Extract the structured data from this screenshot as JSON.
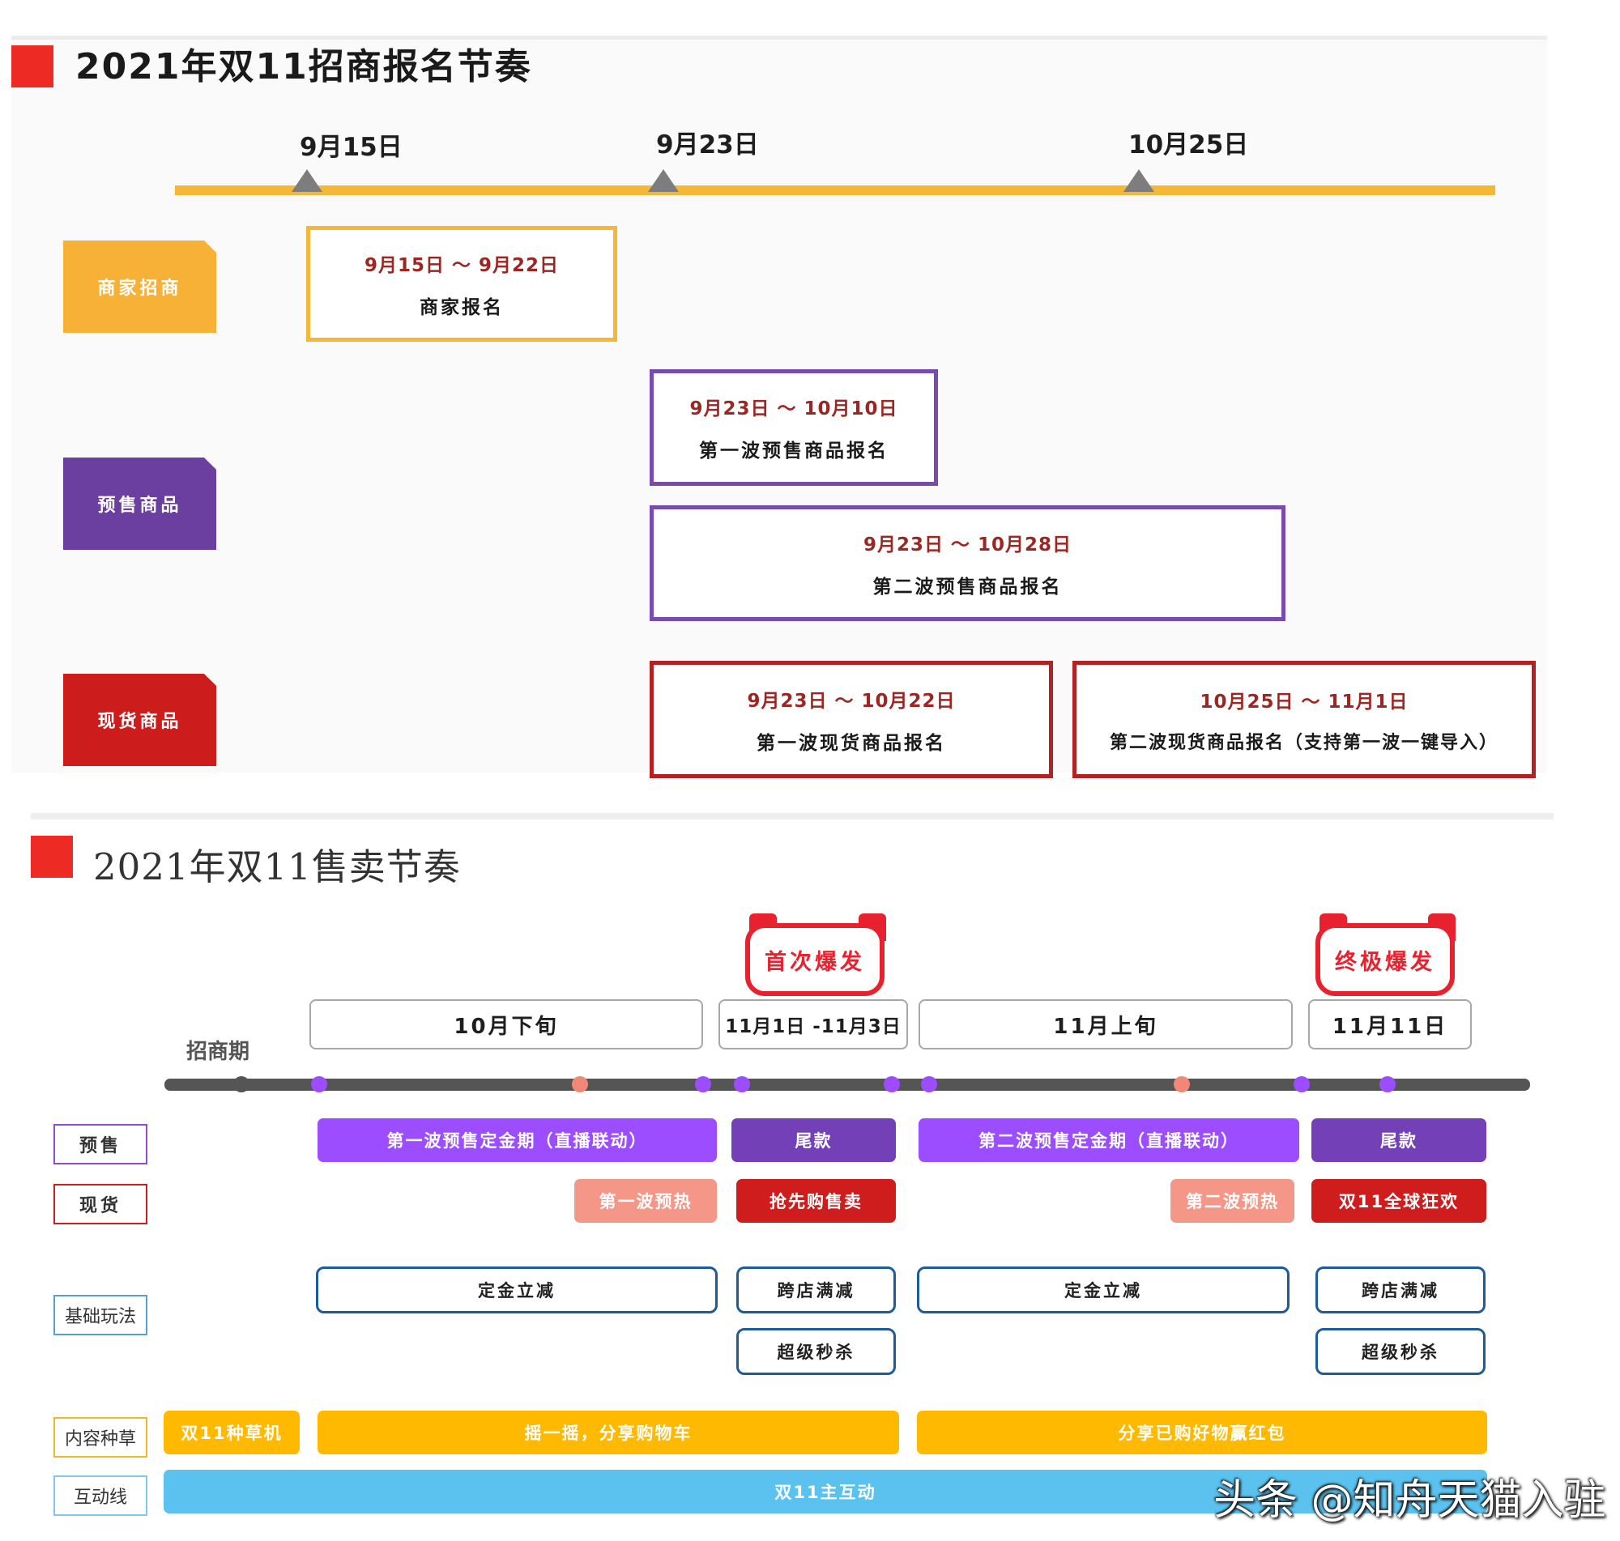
{
  "recruitment": {
    "title": "2021年双11招商报名节奏",
    "dates": [
      "9月15日",
      "9月23日",
      "10月25日"
    ],
    "categories": {
      "merchant": "商家招商",
      "presale": "预售商品",
      "spot": "现货商品"
    },
    "boxes": [
      {
        "range": "9月15日 ～ 9月22日",
        "name": "商家报名"
      },
      {
        "range": "9月23日 ～ 10月10日",
        "name": "第一波预售商品报名"
      },
      {
        "range": "9月23日 ～ 10月28日",
        "name": "第二波预售商品报名"
      },
      {
        "range": "9月23日 ～ 10月22日",
        "name": "第一波现货商品报名"
      },
      {
        "range": "10月25日 ～ 11月1日",
        "name": "第二波现货商品报名（支持第一波一键导入）"
      }
    ],
    "colors": {
      "merchant": "#f6b136",
      "presale": "#6b3fa0",
      "spot": "#cc1c1c",
      "axis": "#f5b735"
    }
  },
  "sales": {
    "title": "2021年双11售卖节奏",
    "badges": [
      "首次爆发",
      "终极爆发"
    ],
    "recruit_label": "招商期",
    "periods": [
      "10月下旬",
      "11月1日 -11月3日",
      "11月上旬",
      "11月11日"
    ],
    "row_labels": {
      "presale": "预售",
      "spot": "现货",
      "basic": "基础玩法",
      "content": "内容种草",
      "interact": "互动线"
    },
    "presale_bars": [
      "第一波预售定金期（直播联动）",
      "尾款",
      "第二波预售定金期（直播联动）",
      "尾款"
    ],
    "spot_bars": [
      "第一波预热",
      "抢先购售卖",
      "第二波预热",
      "双11全球狂欢"
    ],
    "basic_boxes": [
      "定金立减",
      "跨店满减",
      "超级秒杀",
      "定金立减",
      "跨店满减",
      "超级秒杀"
    ],
    "content_bars": [
      "双11种草机",
      "摇一摇，分享购物车",
      "分享已购好物赢红包"
    ],
    "interact_bar": "双11主互动",
    "colors": {
      "presale_light": "#9b4dff",
      "presale_dark": "#7340b8",
      "spot_light": "#f59788",
      "spot_dark": "#cf1c1c",
      "content": "#ffb900",
      "interact": "#5bc2f0",
      "outline": "#1d5b9a"
    }
  },
  "watermark": "头条 @知舟天猫入驻"
}
